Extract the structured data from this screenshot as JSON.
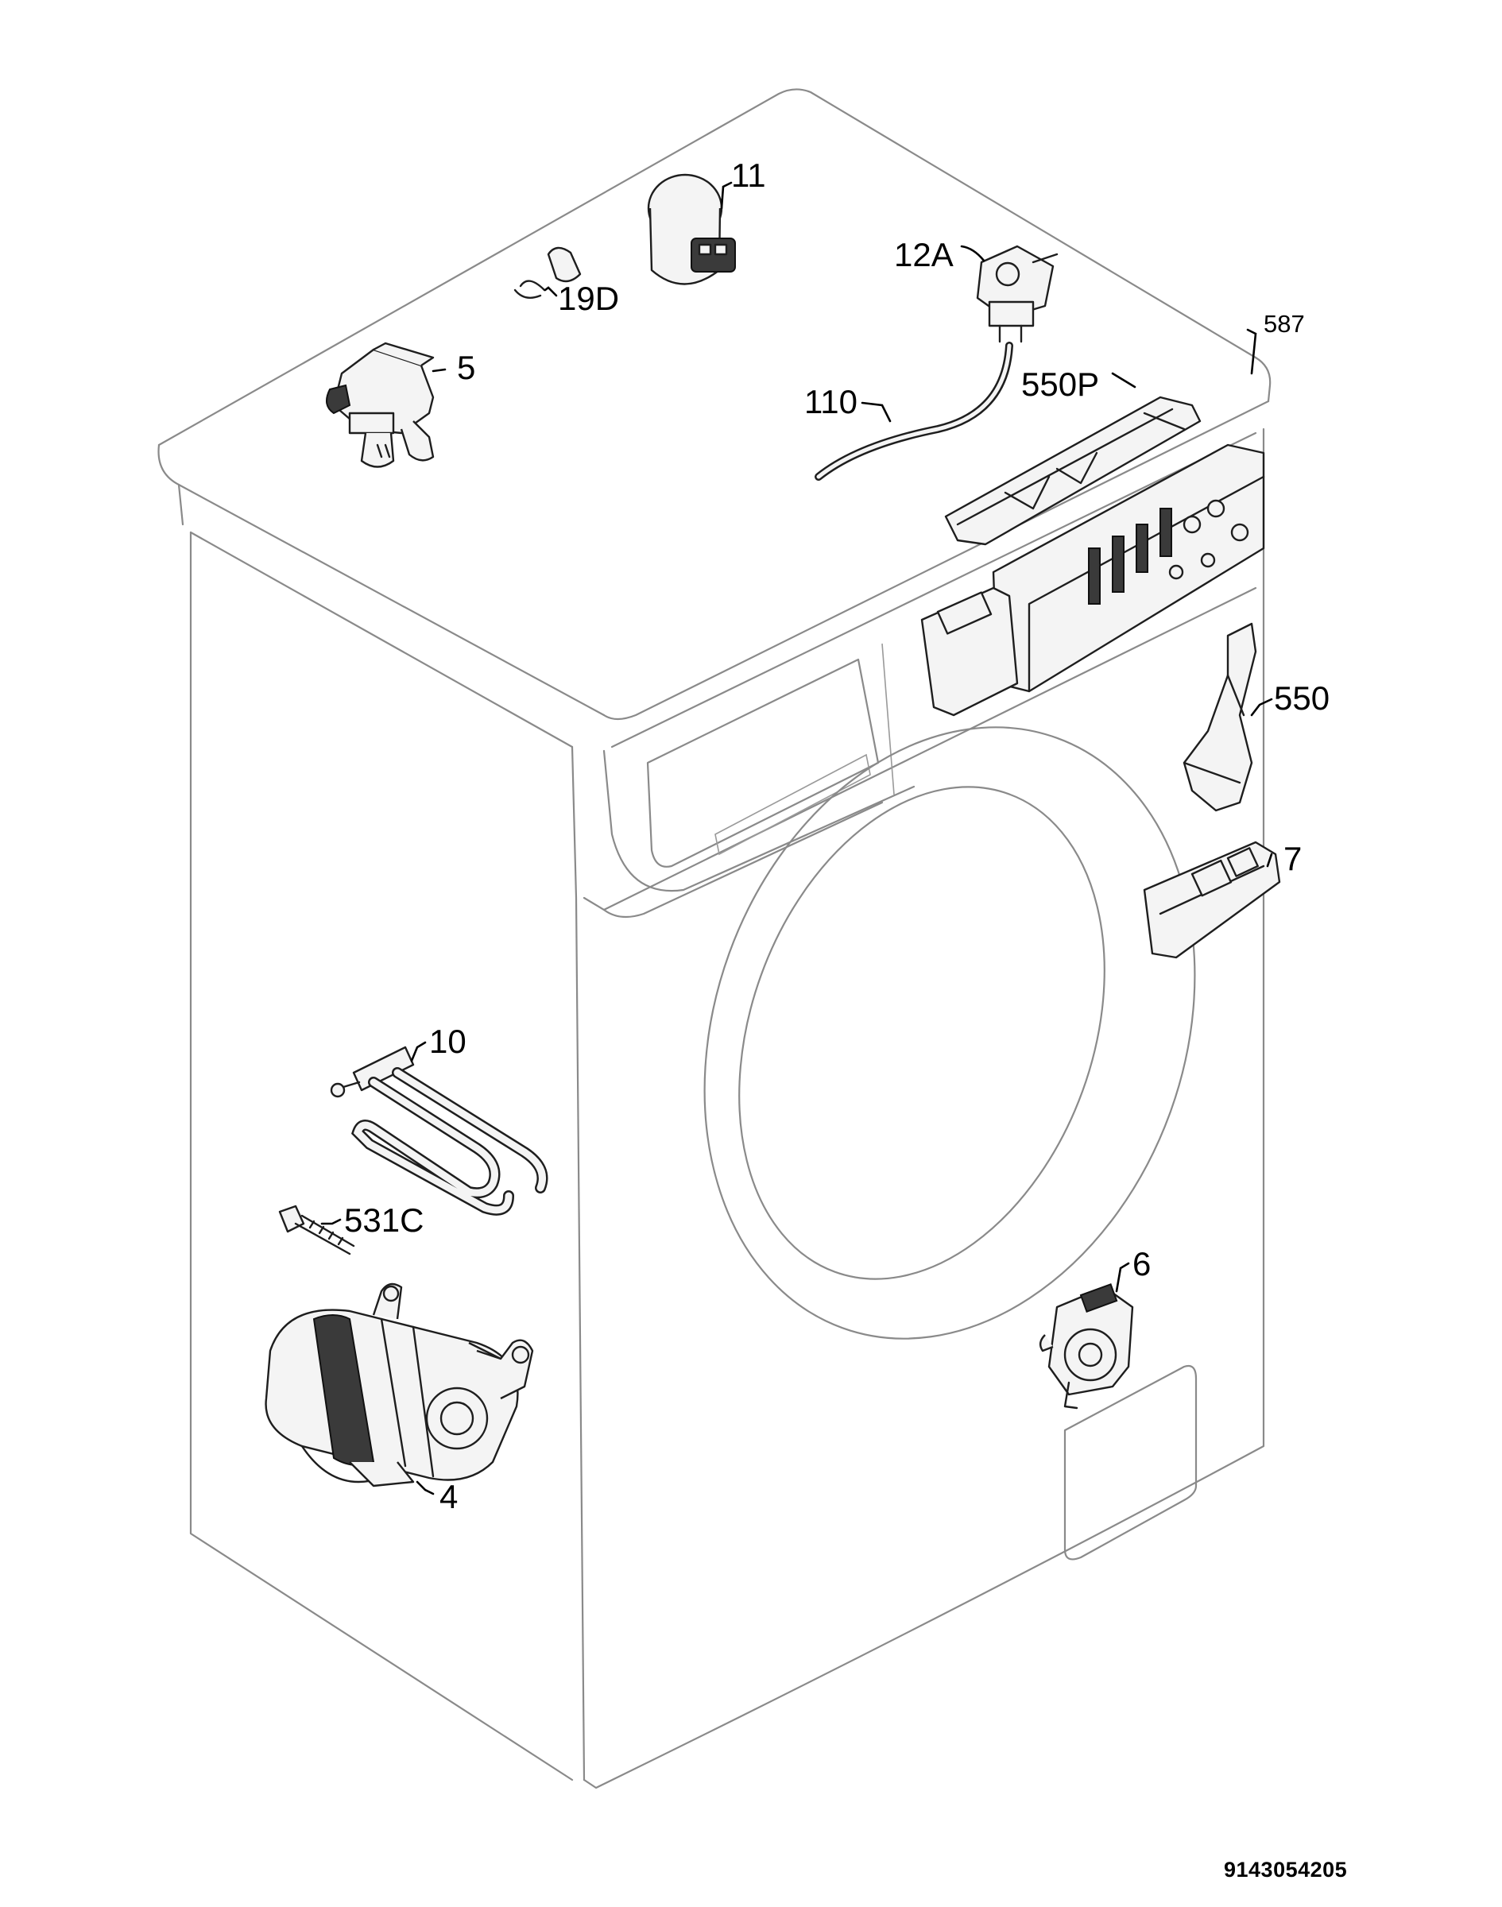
{
  "callouts": {
    "p11": "11",
    "p12a": "12A",
    "p19d": "19D",
    "p5": "5",
    "p110": "110",
    "p550p": "550P",
    "p587": "587",
    "p550": "550",
    "p7": "7",
    "p10": "10",
    "p531c": "531C",
    "p6": "6",
    "p4": "4"
  },
  "document_number": "9143054205"
}
